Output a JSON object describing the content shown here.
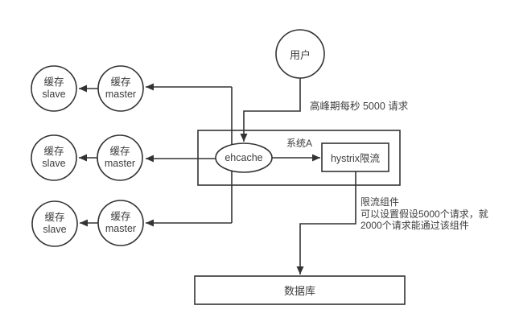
{
  "diagram": {
    "title_hint": "hystrix rate-limiting architecture diagram",
    "user": {
      "label": "用户"
    },
    "peak_label": "高峰期每秒 5000 请求",
    "system_box": {
      "label": "系统A",
      "ehcache_label": "ehcache",
      "hystrix_label": "hystrix限流"
    },
    "cache_rows": [
      {
        "slave": {
          "title": "缓存",
          "subtitle": "slave"
        },
        "master": {
          "title": "缓存",
          "subtitle": "master"
        }
      },
      {
        "slave": {
          "title": "缓存",
          "subtitle": "slave"
        },
        "master": {
          "title": "缓存",
          "subtitle": "master"
        }
      },
      {
        "slave": {
          "title": "缓存",
          "subtitle": "slave"
        },
        "master": {
          "title": "缓存",
          "subtitle": "master"
        }
      }
    ],
    "annotation": "限流组件\n可以设置假设5000个请求，就\n2000个请求能通过该组件",
    "database": {
      "label": "数据库"
    },
    "colors": {
      "line": "#333333",
      "text": "#3d3d3d",
      "background": "#ffffff"
    }
  }
}
